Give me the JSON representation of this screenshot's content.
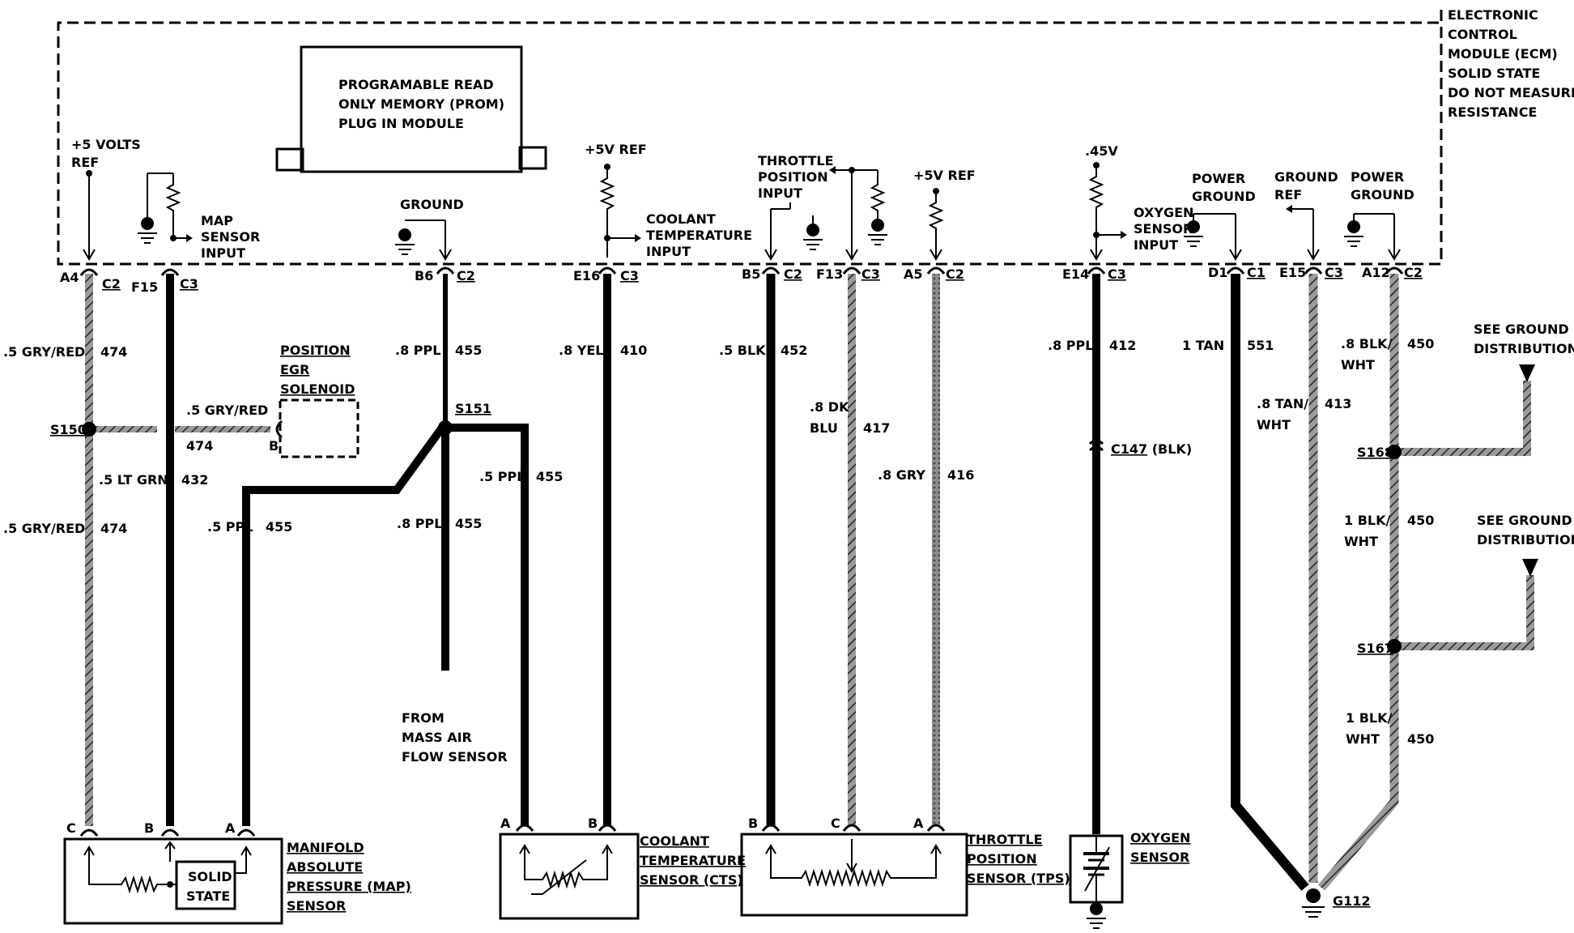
{
  "ecm": {
    "title_lines": [
      "ELECTRONIC",
      "CONTROL",
      "MODULE (ECM)",
      "SOLID STATE",
      "DO NOT MEASURE",
      "RESISTANCE"
    ],
    "prom_lines": [
      "PROGRAMABLE READ",
      "ONLY MEMORY (PROM)",
      "PLUG IN MODULE"
    ]
  },
  "inputs": {
    "ref5v_a": [
      "+5 VOLTS",
      "REF"
    ],
    "map_input": [
      "MAP",
      "SENSOR",
      "INPUT"
    ],
    "ground": "GROUND",
    "ref5v_b": "+5V REF",
    "coolant_input": [
      "COOLANT",
      "TEMPERATURE",
      "INPUT"
    ],
    "throttle_input": [
      "THROTTLE",
      "POSITION",
      "INPUT"
    ],
    "ref5v_c": "+5V REF",
    "v45": ".45V",
    "oxygen_input": [
      "OXYGEN",
      "SENSOR",
      "INPUT"
    ],
    "power_ground_a": [
      "POWER",
      "GROUND"
    ],
    "ground_ref": [
      "GROUND",
      "REF"
    ],
    "power_ground_b": [
      "POWER",
      "GROUND"
    ]
  },
  "pins": [
    {
      "pin": "A4",
      "conn": "C2"
    },
    {
      "pin": "F15",
      "conn": "C3"
    },
    {
      "pin": "B6",
      "conn": "C2"
    },
    {
      "pin": "E16",
      "conn": "C3"
    },
    {
      "pin": "B5",
      "conn": "C2"
    },
    {
      "pin": "F13",
      "conn": "C3"
    },
    {
      "pin": "A5",
      "conn": "C2"
    },
    {
      "pin": "E14",
      "conn": "C3"
    },
    {
      "pin": "D1",
      "conn": "C1"
    },
    {
      "pin": "E15",
      "conn": "C3"
    },
    {
      "pin": "A12",
      "conn": "C2"
    }
  ],
  "wires": {
    "w474_top": {
      "gauge": ".5 GRY/RED",
      "circuit": "474"
    },
    "w474_egr": {
      "gauge": ".5 GRY/RED",
      "circuit": "474"
    },
    "w432": {
      "gauge": ".5 LT GRN",
      "circuit": "432"
    },
    "w474_bot": {
      "gauge": ".5 GRY/RED",
      "circuit": "474"
    },
    "w455_map": {
      "gauge": ".5 PPL",
      "circuit": "455"
    },
    "w455_top": {
      "gauge": ".8 PPL",
      "circuit": "455"
    },
    "w455_cts": {
      "gauge": ".5 PPL",
      "circuit": "455"
    },
    "w455_maf": {
      "gauge": ".8 PPL",
      "circuit": "455"
    },
    "w410": {
      "gauge": ".8 YEL",
      "circuit": "410"
    },
    "w452": {
      "gauge": ".5 BLK",
      "circuit": "452"
    },
    "w417": {
      "gauge_lines": [
        ".8 DK",
        "BLU"
      ],
      "circuit": "417"
    },
    "w416": {
      "gauge": ".8 GRY",
      "circuit": "416"
    },
    "w412": {
      "gauge": ".8 PPL",
      "circuit": "412"
    },
    "w551": {
      "gauge": "1 TAN",
      "circuit": "551"
    },
    "w413": {
      "gauge_lines": [
        ".8 TAN/",
        "WHT"
      ],
      "circuit": "413"
    },
    "w450_a": {
      "gauge_lines": [
        ".8 BLK/",
        "WHT"
      ],
      "circuit": "450"
    },
    "w450_b": {
      "gauge_lines": [
        "1 BLK/",
        "WHT"
      ],
      "circuit": "450"
    },
    "w450_c": {
      "gauge_lines": [
        "1 BLK/",
        "WHT"
      ],
      "circuit": "450"
    }
  },
  "splices": {
    "s150": "S150",
    "s151": "S151",
    "s168": "S168",
    "s167": "S167",
    "c147": "C147",
    "c147_color": "(BLK)",
    "g112": "G112"
  },
  "egr": [
    "POSITION",
    "EGR",
    "SOLENOID"
  ],
  "egr_pin": "B",
  "maf_note": [
    "FROM",
    "MASS AIR",
    "FLOW SENSOR"
  ],
  "ground_dist": [
    "SEE GROUND",
    "DISTRIBUTION"
  ],
  "components": {
    "map": {
      "lines": [
        "MANIFOLD",
        "ABSOLUTE",
        "PRESSURE (MAP)",
        "SENSOR"
      ],
      "pins": [
        "C",
        "B",
        "A"
      ],
      "inner": [
        "SOLID",
        "STATE"
      ]
    },
    "cts": {
      "lines": [
        "COOLANT",
        "TEMPERATURE",
        "SENSOR (CTS)"
      ],
      "pins": [
        "A",
        "B"
      ]
    },
    "tps": {
      "lines": [
        "THROTTLE",
        "POSITION",
        "SENSOR (TPS)"
      ],
      "pins": [
        "B",
        "C",
        "A"
      ]
    },
    "o2": {
      "lines": [
        "OXYGEN",
        "SENSOR"
      ]
    }
  }
}
